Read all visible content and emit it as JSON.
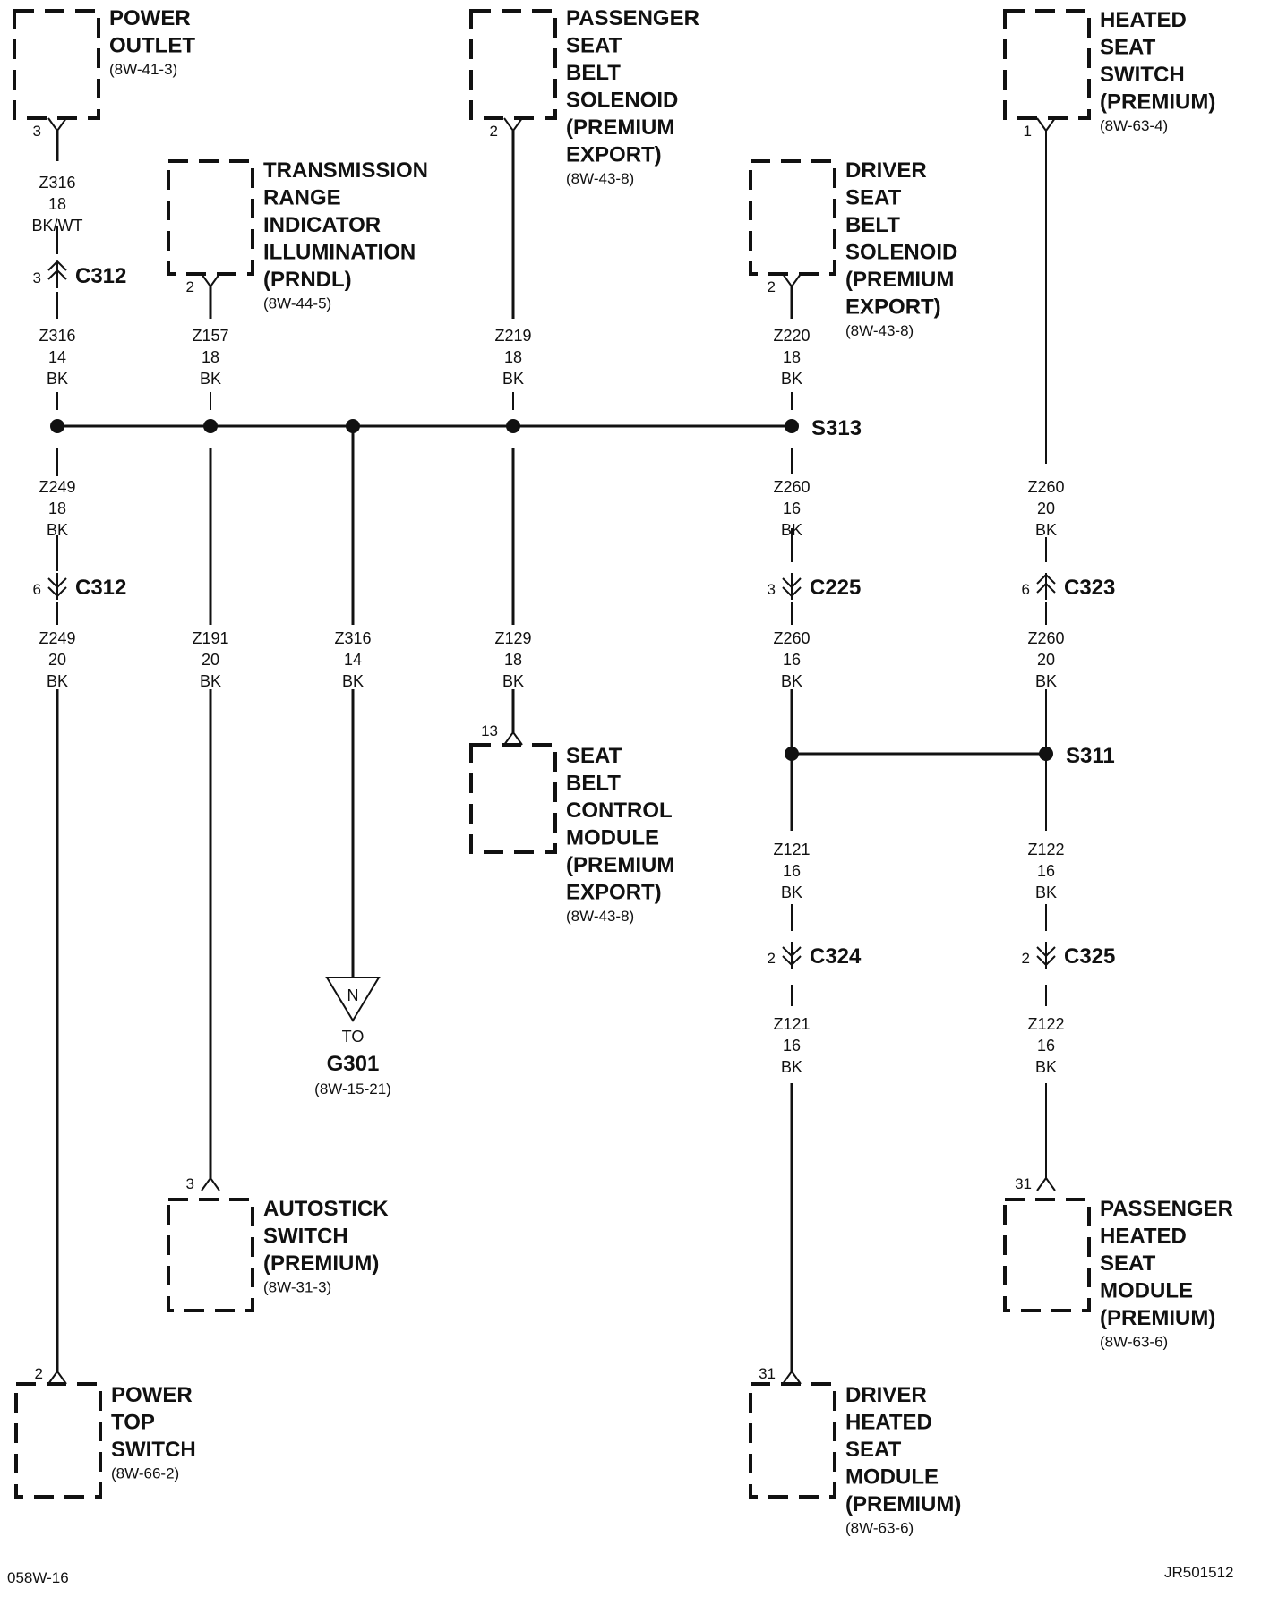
{
  "footer": {
    "left": "058W-16",
    "right": "JR501512"
  },
  "components": [
    {
      "id": "power_outlet",
      "lines": [
        "POWER",
        "OUTLET"
      ],
      "ref": "(8W-41-3)",
      "pin": "3"
    },
    {
      "id": "passenger_seat_belt_solenoid",
      "lines": [
        "PASSENGER",
        "SEAT",
        "BELT",
        "SOLENOID",
        "(PREMIUM",
        "EXPORT)"
      ],
      "ref": "(8W-43-8)",
      "pin": "2"
    },
    {
      "id": "heated_seat_switch",
      "lines": [
        "HEATED",
        "SEAT",
        "SWITCH",
        "(PREMIUM)"
      ],
      "ref": "(8W-63-4)",
      "pin": "1"
    },
    {
      "id": "prndl",
      "lines": [
        "TRANSMISSION",
        "RANGE",
        "INDICATOR",
        "ILLUMINATION",
        "(PRNDL)"
      ],
      "ref": "(8W-44-5)",
      "pin": "2"
    },
    {
      "id": "driver_seat_belt_solenoid",
      "lines": [
        "DRIVER",
        "SEAT",
        "BELT",
        "SOLENOID",
        "(PREMIUM",
        "EXPORT)"
      ],
      "ref": "(8W-43-8)",
      "pin": "2"
    },
    {
      "id": "seat_belt_control_module",
      "lines": [
        "SEAT",
        "BELT",
        "CONTROL",
        "MODULE",
        "(PREMIUM",
        "EXPORT)"
      ],
      "ref": "(8W-43-8)",
      "pin": "13"
    },
    {
      "id": "autostick_switch",
      "lines": [
        "AUTOSTICK",
        "SWITCH",
        "(PREMIUM)"
      ],
      "ref": "(8W-31-3)",
      "pin": "3"
    },
    {
      "id": "passenger_heated_seat_module",
      "lines": [
        "PASSENGER",
        "HEATED",
        "SEAT",
        "MODULE",
        "(PREMIUM)"
      ],
      "ref": "(8W-63-6)",
      "pin": "31"
    },
    {
      "id": "power_top_switch",
      "lines": [
        "POWER",
        "TOP",
        "SWITCH"
      ],
      "ref": "(8W-66-2)",
      "pin": "2"
    },
    {
      "id": "driver_heated_seat_module",
      "lines": [
        "DRIVER",
        "HEATED",
        "SEAT",
        "MODULE",
        "(PREMIUM)"
      ],
      "ref": "(8W-63-6)",
      "pin": "31"
    }
  ],
  "wires": [
    {
      "id": "w1",
      "lines": [
        "Z316",
        "18",
        "BK/WT"
      ]
    },
    {
      "id": "w2",
      "lines": [
        "Z316",
        "14",
        "BK"
      ]
    },
    {
      "id": "w3",
      "lines": [
        "Z157",
        "18",
        "BK"
      ]
    },
    {
      "id": "w4",
      "lines": [
        "Z219",
        "18",
        "BK"
      ]
    },
    {
      "id": "w5",
      "lines": [
        "Z220",
        "18",
        "BK"
      ]
    },
    {
      "id": "w6",
      "lines": [
        "Z249",
        "18",
        "BK"
      ]
    },
    {
      "id": "w7",
      "lines": [
        "Z249",
        "20",
        "BK"
      ]
    },
    {
      "id": "w8",
      "lines": [
        "Z191",
        "20",
        "BK"
      ]
    },
    {
      "id": "w9",
      "lines": [
        "Z316",
        "14",
        "BK"
      ]
    },
    {
      "id": "w10",
      "lines": [
        "Z129",
        "18",
        "BK"
      ]
    },
    {
      "id": "w11",
      "lines": [
        "Z260",
        "16",
        "BK"
      ]
    },
    {
      "id": "w12",
      "lines": [
        "Z260",
        "16",
        "BK"
      ]
    },
    {
      "id": "w13",
      "lines": [
        "Z260",
        "20",
        "BK"
      ]
    },
    {
      "id": "w14",
      "lines": [
        "Z260",
        "20",
        "BK"
      ]
    },
    {
      "id": "w15",
      "lines": [
        "Z121",
        "16",
        "BK"
      ]
    },
    {
      "id": "w16",
      "lines": [
        "Z121",
        "16",
        "BK"
      ]
    },
    {
      "id": "w17",
      "lines": [
        "Z122",
        "16",
        "BK"
      ]
    },
    {
      "id": "w18",
      "lines": [
        "Z122",
        "16",
        "BK"
      ]
    }
  ],
  "connectors": [
    {
      "id": "c312a",
      "name": "C312",
      "pin": "3"
    },
    {
      "id": "c312b",
      "name": "C312",
      "pin": "6"
    },
    {
      "id": "c225",
      "name": "C225",
      "pin": "3"
    },
    {
      "id": "c323",
      "name": "C323",
      "pin": "6"
    },
    {
      "id": "c324",
      "name": "C324",
      "pin": "2"
    },
    {
      "id": "c325",
      "name": "C325",
      "pin": "2"
    }
  ],
  "splices": [
    {
      "id": "s313",
      "name": "S313"
    },
    {
      "id": "s311",
      "name": "S311"
    }
  ],
  "ground": {
    "symbol": "N",
    "to": "TO",
    "name": "G301",
    "ref": "(8W-15-21)"
  }
}
